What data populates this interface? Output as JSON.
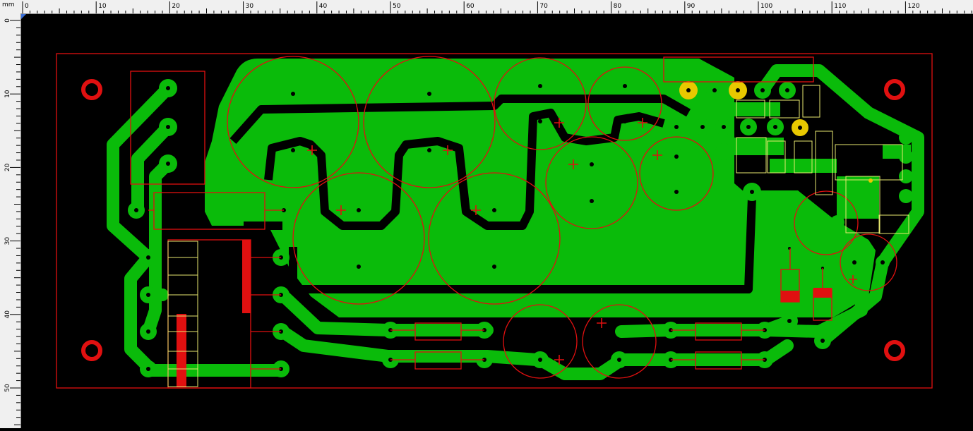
{
  "ruler": {
    "unit": "mm",
    "h_labels": [
      "0",
      "10",
      "20",
      "30",
      "40",
      "50",
      "60",
      "70",
      "80",
      "90",
      "100",
      "110",
      "120"
    ],
    "v_labels": [
      "0",
      "10",
      "20",
      "30",
      "40",
      "50"
    ]
  },
  "colors": {
    "background": "#000000",
    "copper": "#0abb0a",
    "silkscreen": "#e01010",
    "pad_hole": "#000000",
    "via_gold": "#e8c800",
    "component_outline_yellow": "#e8e870",
    "ruler_bg": "#f0f0f0"
  },
  "icons": {
    "corner_marker": "triangle-blue",
    "mounting_hole": "ring-red",
    "pad": "round-pad",
    "polarity": "plus-sign"
  }
}
